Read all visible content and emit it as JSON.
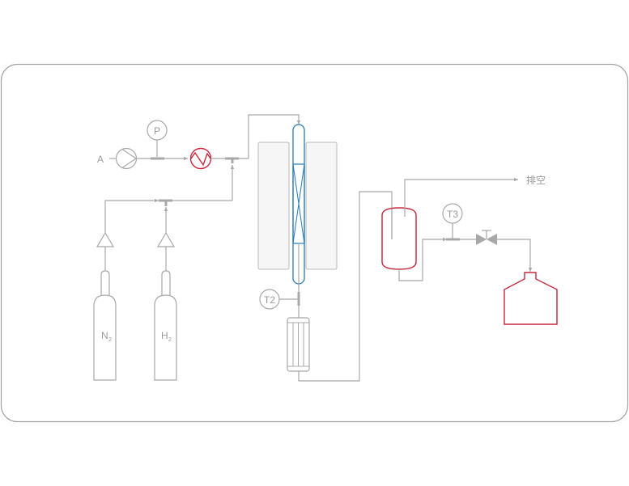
{
  "diagram": {
    "type": "process-flow-diagram",
    "labels": {
      "feed": "A",
      "pressure_gauge": "P",
      "temp_sensor_2": "T2",
      "temp_sensor_3": "T3",
      "vent": "排空",
      "n2_cylinder_main": "N",
      "n2_cylinder_sub": "2",
      "h2_cylinder_main": "H",
      "h2_cylinder_sub": "2"
    },
    "colors": {
      "pipe": "#a8a8a8",
      "heater": "#c8283c",
      "reactor": "#2a7ab8",
      "separator": "#c8283c",
      "collection_tank": "#c8283c",
      "furnace_fill": "#f6f6f6",
      "frame": "#a0a0a0"
    },
    "components": [
      "feed-pump",
      "pressure-gauge",
      "preheater",
      "n2-cylinder",
      "h2-cylinder",
      "check-valves",
      "tube-reactor",
      "furnace",
      "condenser",
      "gas-liquid-separator",
      "needle-valve",
      "collection-tank"
    ]
  }
}
